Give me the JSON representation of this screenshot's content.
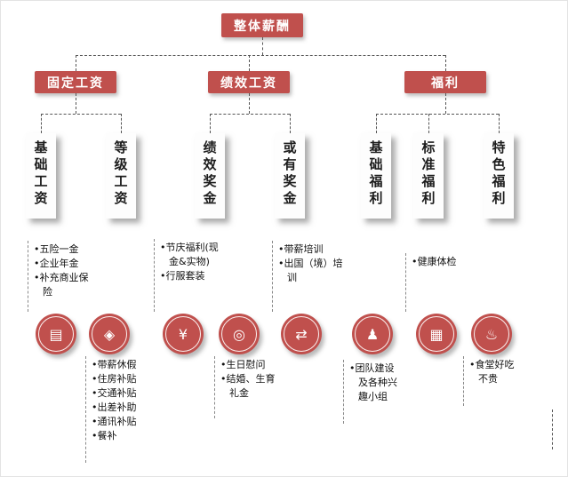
{
  "palette": {
    "accent_red": "#C0504D",
    "line_color": "#555555",
    "box_bg": "#fdfdfd"
  },
  "root": {
    "label": "整体薪酬"
  },
  "level2": [
    {
      "label": "固定工资"
    },
    {
      "label": "绩效工资"
    },
    {
      "label": "福利"
    }
  ],
  "level3": [
    {
      "label": "基础工资"
    },
    {
      "label": "等级工资"
    },
    {
      "label": "绩效奖金"
    },
    {
      "label": "或有奖金"
    },
    {
      "label": "基础福利"
    },
    {
      "label": "标准福利"
    },
    {
      "label": "特色福利"
    }
  ],
  "benefit_groups": [
    {
      "icon": "insurance-card-icon",
      "glyph": "▤",
      "position": "above",
      "items": [
        "五险一金",
        "企业年金",
        "补充商业保险"
      ]
    },
    {
      "icon": "gift-icon",
      "glyph": "◈",
      "position": "below",
      "items": [
        "带薪休假",
        "住房补贴",
        "交通补贴",
        "出差补助",
        "通讯补贴",
        "餐补"
      ]
    },
    {
      "icon": "money-bag-icon",
      "glyph": "¥",
      "position": "above",
      "items": [
        "节庆福利(现金&实物)",
        "行服套装"
      ]
    },
    {
      "icon": "target-icon",
      "glyph": "◎",
      "position": "below",
      "items": [
        "生日慰问",
        "结婚、生育礼金"
      ]
    },
    {
      "icon": "exchange-arrows-icon",
      "glyph": "⇄",
      "position": "above",
      "items": [
        "带薪培训",
        "出国（境）培训"
      ]
    },
    {
      "icon": "person-icon",
      "glyph": "♟",
      "position": "below",
      "items": [
        "团队建设及各种兴趣小组"
      ]
    },
    {
      "icon": "id-card-icon",
      "glyph": "▦",
      "position": "above",
      "items": [
        "健康体检"
      ]
    },
    {
      "icon": "canteen-icon",
      "glyph": "♨",
      "position": "below",
      "items": [
        "食堂好吃不贵"
      ]
    }
  ]
}
